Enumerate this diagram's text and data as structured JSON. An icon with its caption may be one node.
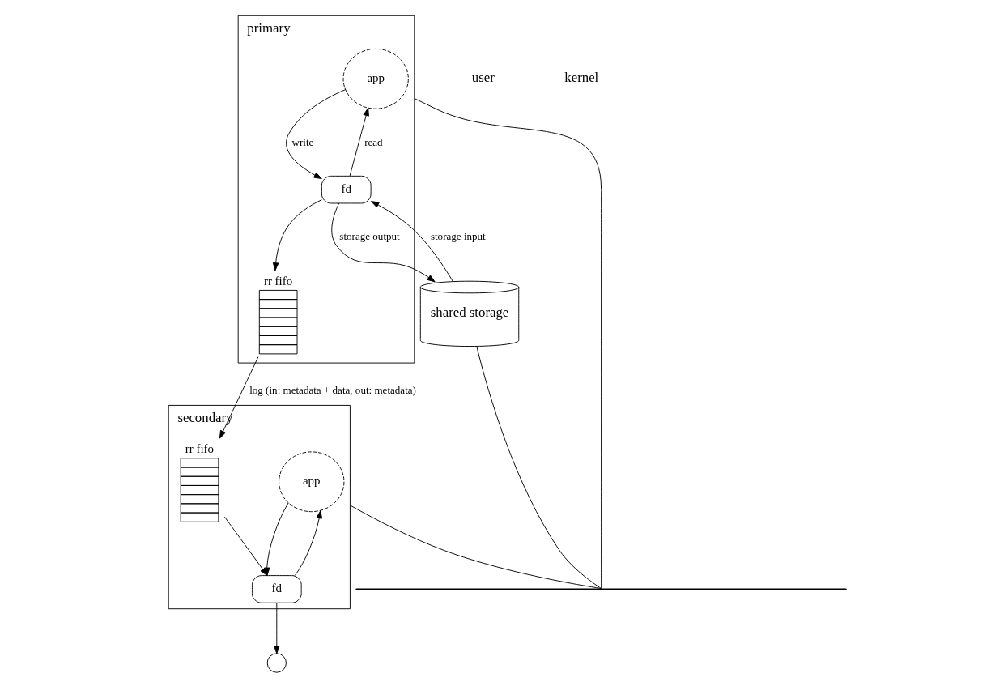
{
  "diagram": {
    "nodes": [
      {
        "text": [
          "primary"
        ]
      },
      {
        "text": [
          "app"
        ],
        "in": 0
      },
      {
        "text": [
          "fd"
        ],
        "in": 0
      },
      {
        "text": [
          "rr fifo"
        ],
        "in": 0
      },
      {
        "text": [
          "secondary"
        ]
      },
      {
        "text": [
          "app"
        ],
        "in": 4
      },
      {
        "text": [
          "rr fifo"
        ],
        "in": 4
      },
      {
        "text": [
          "fd"
        ],
        "in": 4
      },
      {
        "text": [
          "shared storage"
        ]
      },
      {
        "text": [],
        "shape": "circle"
      },
      {
        "text": [],
        "shape": "bar"
      }
    ],
    "edges": [
      {
        "from": 1,
        "to": 2,
        "arrow": "to",
        "label": "write"
      },
      {
        "from": 2,
        "to": 1,
        "arrow": "to",
        "label": "read"
      },
      {
        "from": 2,
        "to": 3,
        "arrow": "to"
      },
      {
        "from": 3,
        "to": 6,
        "arrow": "to",
        "label": "log (in: metadata + data, out: metadata)"
      },
      {
        "from": 2,
        "to": 8,
        "arrow": "to",
        "label": "storage output"
      },
      {
        "from": 8,
        "to": 2,
        "arrow": "to",
        "label": "storage input"
      },
      {
        "from": 7,
        "to": 5,
        "arrow": "to"
      },
      {
        "from": 5,
        "to": 7,
        "arrow": "to"
      },
      {
        "from": 6,
        "to": 7,
        "arrow": "to"
      },
      {
        "from": 7,
        "to": 9,
        "arrow": "to"
      },
      {
        "from": 0,
        "to": 10,
        "arrow": "none"
      },
      {
        "from": 4,
        "to": 10,
        "arrow": "none"
      },
      {
        "from": 8,
        "to": 10,
        "arrow": "none"
      }
    ],
    "labels": [
      "user",
      "kernel"
    ]
  }
}
